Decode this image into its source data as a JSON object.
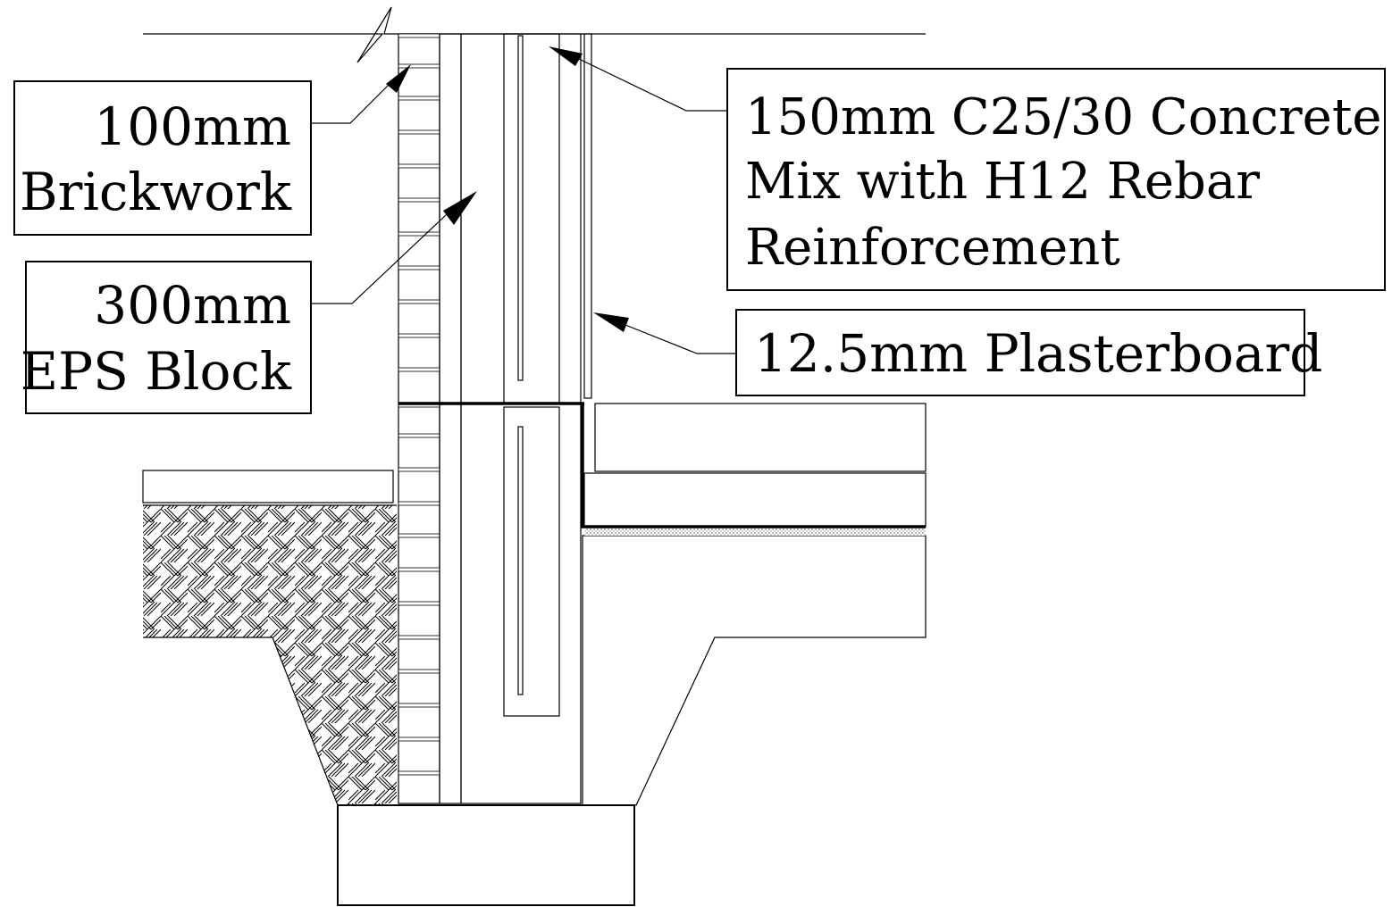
{
  "labels": {
    "brickwork": {
      "line1": "100mm",
      "line2": "Brickwork"
    },
    "eps": {
      "line1": "300mm",
      "line2": "EPS Block"
    },
    "concrete": {
      "line1": "150mm C25/30 Concrete",
      "line2": "Mix with H12 Rebar",
      "line3": "Reinforcement"
    },
    "plasterboard": {
      "line1": "12.5mm Plasterboard"
    }
  }
}
